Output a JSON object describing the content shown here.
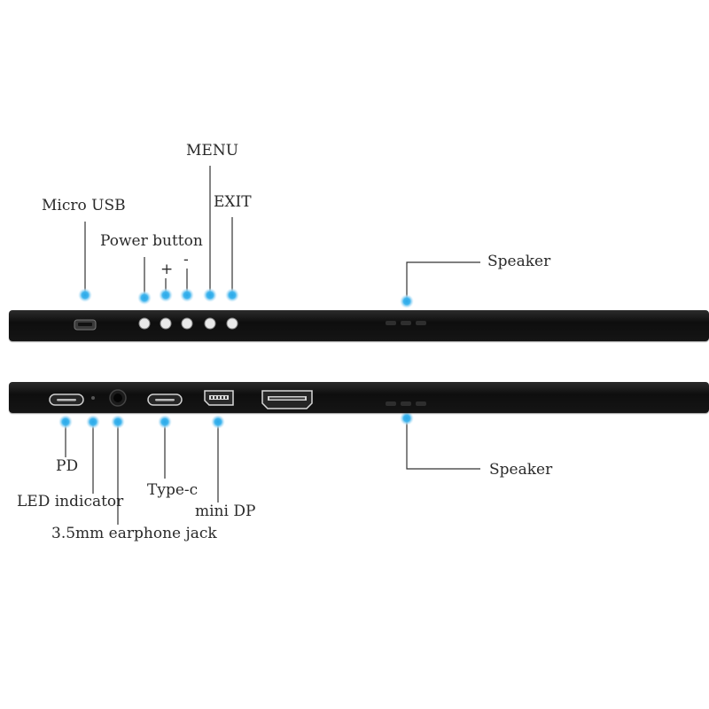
{
  "labels": {
    "micro_usb": "Micro USB",
    "power_button": "Power button",
    "plus": "+",
    "minus": "-",
    "menu": "MENU",
    "exit": "EXIT",
    "speaker_top": "Speaker",
    "pd": "PD",
    "led_indicator": "LED indicator",
    "earphone_jack": "3.5mm earphone jack",
    "type_c": "Type-c",
    "mini_dp": "mini DP",
    "speaker_bottom": "Speaker"
  },
  "colors": {
    "marker": "#2aa8e8",
    "marker_glow": "#9fd8f5",
    "bar": "#141414",
    "leader": "#333333"
  }
}
